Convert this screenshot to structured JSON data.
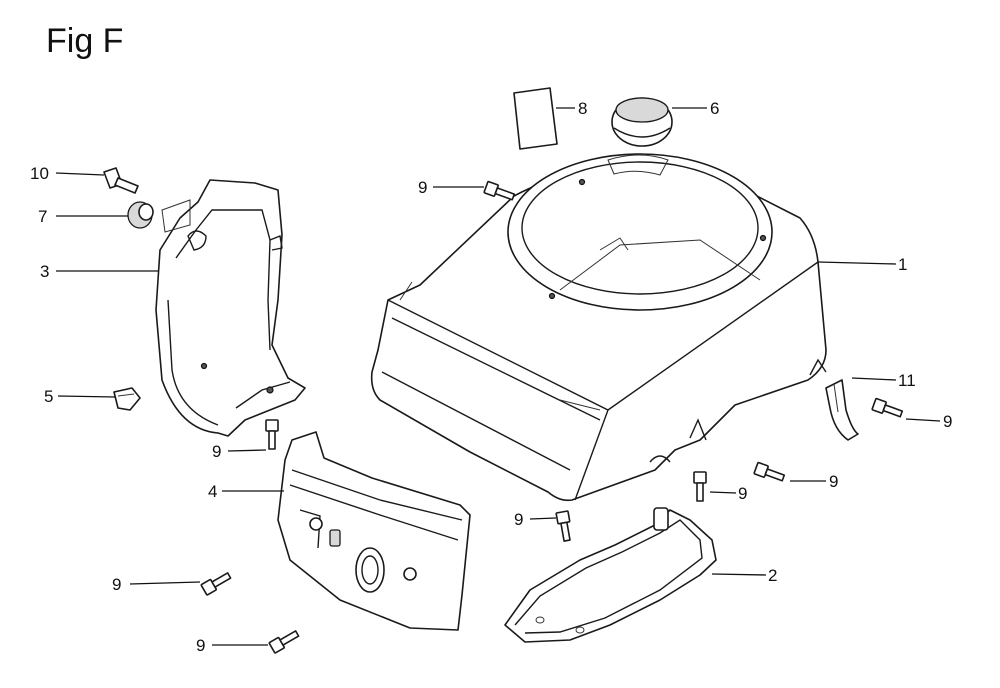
{
  "figure": {
    "title": "Fig F"
  },
  "callouts": [
    "1",
    "2",
    "3",
    "4",
    "5",
    "6",
    "7",
    "8",
    "9",
    "10",
    "11"
  ]
}
